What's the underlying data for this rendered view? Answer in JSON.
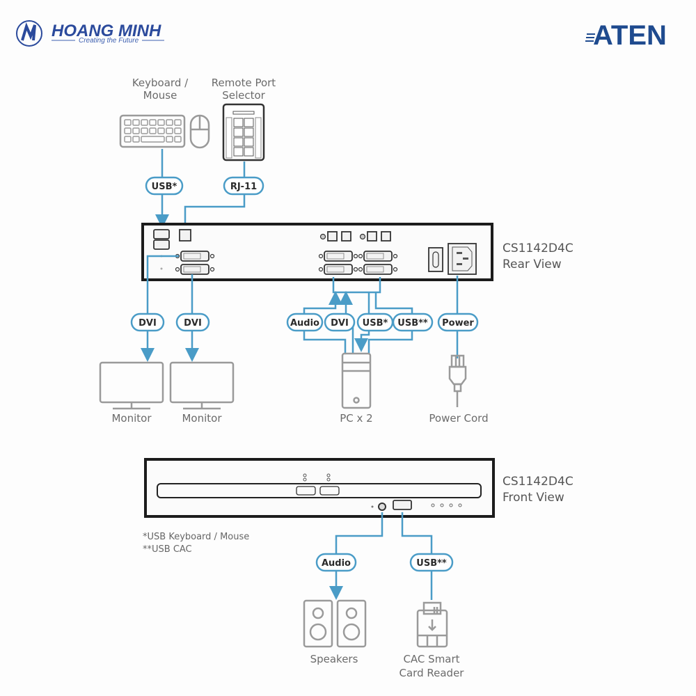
{
  "header": {
    "brand_name": "HOANG MINH",
    "brand_tagline": "Creating the Future",
    "vendor_logo": "ATEN"
  },
  "rear_view": {
    "model": "CS1142D4C",
    "view": "Rear View",
    "top_devices": [
      {
        "label_line1": "Keyboard /",
        "label_line2": "Mouse",
        "icon": "keyboard-mouse-icon"
      },
      {
        "label_line1": "Remote Port",
        "label_line2": "Selector",
        "icon": "remote-port-selector-icon"
      }
    ],
    "top_connectors": [
      "USB*",
      "RJ-11"
    ],
    "bottom_connectors": [
      "DVI",
      "DVI",
      "Audio",
      "DVI",
      "USB*",
      "USB**",
      "Power"
    ],
    "bottom_devices": [
      {
        "label": "Monitor",
        "icon": "monitor-icon"
      },
      {
        "label": "Monitor",
        "icon": "monitor-icon"
      },
      {
        "label": "PC x 2",
        "icon": "pc-tower-icon"
      },
      {
        "label": "Power Cord",
        "icon": "power-plug-icon"
      }
    ]
  },
  "front_view": {
    "model": "CS1142D4C",
    "view": "Front View",
    "connectors": [
      "Audio",
      "USB**"
    ],
    "devices": [
      {
        "label": "Speakers",
        "icon": "speakers-icon"
      },
      {
        "label_line1": "CAC Smart",
        "label_line2": "Card Reader",
        "icon": "card-reader-icon"
      }
    ]
  },
  "footnotes": [
    "*USB Keyboard / Mouse",
    "**USB CAC"
  ],
  "colors": {
    "wire": "#4a9cc7",
    "device": "#9a9a9a",
    "brand": "#2b4a9c",
    "aten": "#1f4b8f"
  }
}
